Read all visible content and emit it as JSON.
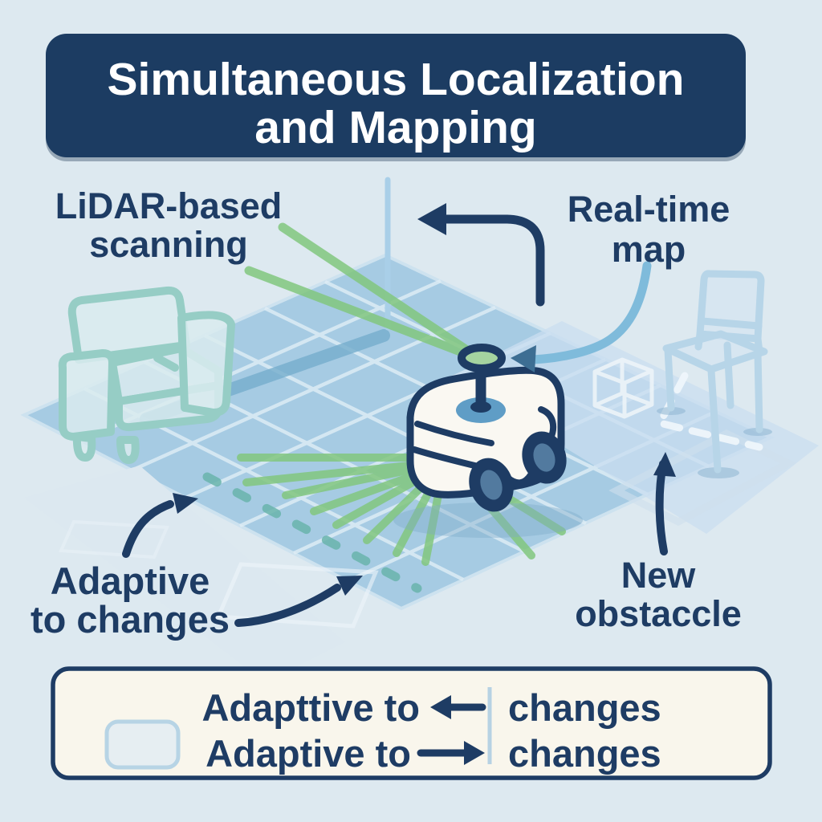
{
  "title": {
    "line1": "Simultaneous Localization",
    "line2": "and Mapping"
  },
  "annotations": {
    "lidar_scanning": {
      "line1": "LiDAR-based",
      "line2": "scanning"
    },
    "realtime_map": {
      "line1": "Real-time",
      "line2": "map"
    },
    "adaptive_changes": {
      "line1": "Adaptive",
      "line2": "to changes"
    },
    "new_obstacle": {
      "line1": "New",
      "line2": "obstaccle"
    }
  },
  "legend": {
    "rows": [
      {
        "label": "Adapttive to",
        "arrow": "left-arrow",
        "value": "changes"
      },
      {
        "label": "Adaptive to",
        "arrow": "right-arrow",
        "value": "changes"
      }
    ]
  },
  "icons": [
    "sofa-icon",
    "chair-icon",
    "robot-vacuum-icon",
    "lidar-sensor-ring-icon",
    "wireframe-box-icon",
    "curved-arrow-icon",
    "up-arrow-icon",
    "map-link-arrow-icon",
    "legend-left-arrow-icon",
    "legend-right-arrow-icon"
  ],
  "colors": {
    "background": "#dde9f0",
    "banner_navy": "#1c3c62",
    "text_navy": "#1e3c64",
    "floor_blue": "#a6cbe3",
    "floor_light_blue": "#c9def0",
    "grid_line": "#e0eef6",
    "accent_stripe": "#76aecd",
    "beam_green": "#82c77f",
    "path_dots_teal": "#68b4ab",
    "obstacle_dash_white": "#eef6fb",
    "map_arrow_blue": "#7fbbdb",
    "legend_cream": "#f9f6ec",
    "legend_swatch": "#e6eef2",
    "sofa_teal": "#96cdc5",
    "chair_blue": "#b7d5e8",
    "robot_body": "#faf8f2",
    "robot_top_circle": "#5f9dc6",
    "wheel_hub": "#527a9f"
  }
}
